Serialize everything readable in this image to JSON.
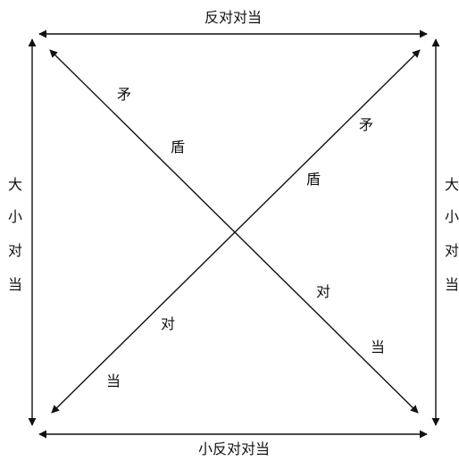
{
  "colors": {
    "line": "#111111",
    "background": "#ffffff"
  },
  "labels": {
    "top": "反对对当",
    "bottom": "小反对对当",
    "left": [
      "大",
      "小",
      "对",
      "当"
    ],
    "right": [
      "大",
      "小",
      "对",
      "当"
    ],
    "diag_main": [
      "矛",
      "盾",
      "对",
      "当"
    ],
    "diag_anti": [
      "矛",
      "盾",
      "对",
      "当"
    ]
  }
}
